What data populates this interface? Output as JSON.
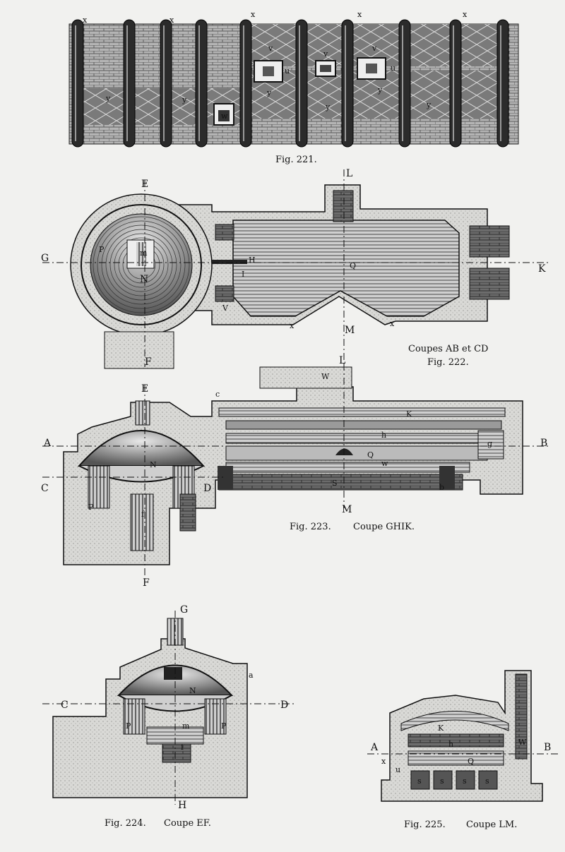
{
  "figures": {
    "fig221": {
      "caption": "Fig. 221.",
      "marks": [
        "x",
        "v",
        "u",
        "y",
        "w"
      ]
    },
    "fig222": {
      "caption": "Fig. 222.",
      "subtitle": "Coupes AB et CD",
      "marks": [
        "E",
        "G",
        "K",
        "L",
        "M",
        "F",
        "N",
        "m",
        "P",
        "I",
        "H",
        "Q",
        "V",
        "x"
      ]
    },
    "fig223": {
      "caption": "Fig. 223.",
      "subtitle": "Coupe GHIK.",
      "marks": [
        "E",
        "A",
        "B",
        "C",
        "D",
        "F",
        "K",
        "h",
        "Q",
        "S",
        "w",
        "N",
        "P",
        "f",
        "g",
        "b",
        "c",
        "L",
        "M",
        "W"
      ]
    },
    "fig224": {
      "caption": "Fig. 224.",
      "subtitle": "Coupe EF.",
      "marks": [
        "G",
        "C",
        "D",
        "H",
        "N",
        "P",
        "m",
        "f",
        "a"
      ]
    },
    "fig225": {
      "caption": "Fig. 225.",
      "subtitle": "Coupe LM.",
      "marks": [
        "A",
        "B",
        "K",
        "h",
        "Q",
        "s",
        "u",
        "x",
        "W"
      ]
    }
  },
  "colors": {
    "ink": "#111111",
    "paper": "#f1f1ef",
    "brick": "#9a9a9a",
    "dark": "#3a3a3a"
  }
}
